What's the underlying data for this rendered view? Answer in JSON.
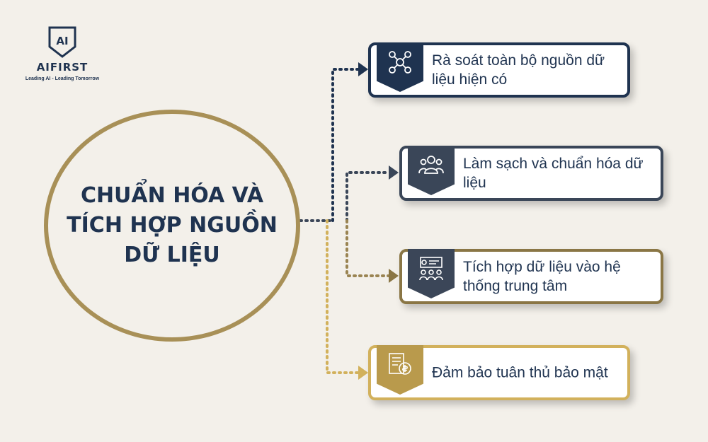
{
  "logo": {
    "mark": "AI",
    "name": "AIFIRST",
    "tagline": "Leading AI - Leading Tomorrow"
  },
  "hub": {
    "title": "CHUẨN HÓA VÀ TÍCH HỢP NGUỒN DỮ LIỆU"
  },
  "steps": [
    {
      "label": "Rà soát toàn bộ nguồn dữ liệu hiện có",
      "icon": "network-users-icon",
      "color": "#1f3350"
    },
    {
      "label": "Làm sạch và chuẩn hóa dữ liệu",
      "icon": "people-group-icon",
      "color": "#3a4658"
    },
    {
      "label": "Tích hợp dữ liệu vào hệ thống trung tâm",
      "icon": "meeting-presentation-icon",
      "color": "#8a7645"
    },
    {
      "label": "Đảm bảo tuân thủ bảo mật",
      "icon": "secure-document-icon",
      "color": "#d2b15c"
    }
  ],
  "colors": {
    "background": "#f3f0ea",
    "navy": "#1f3350",
    "gold": "#a89057"
  }
}
